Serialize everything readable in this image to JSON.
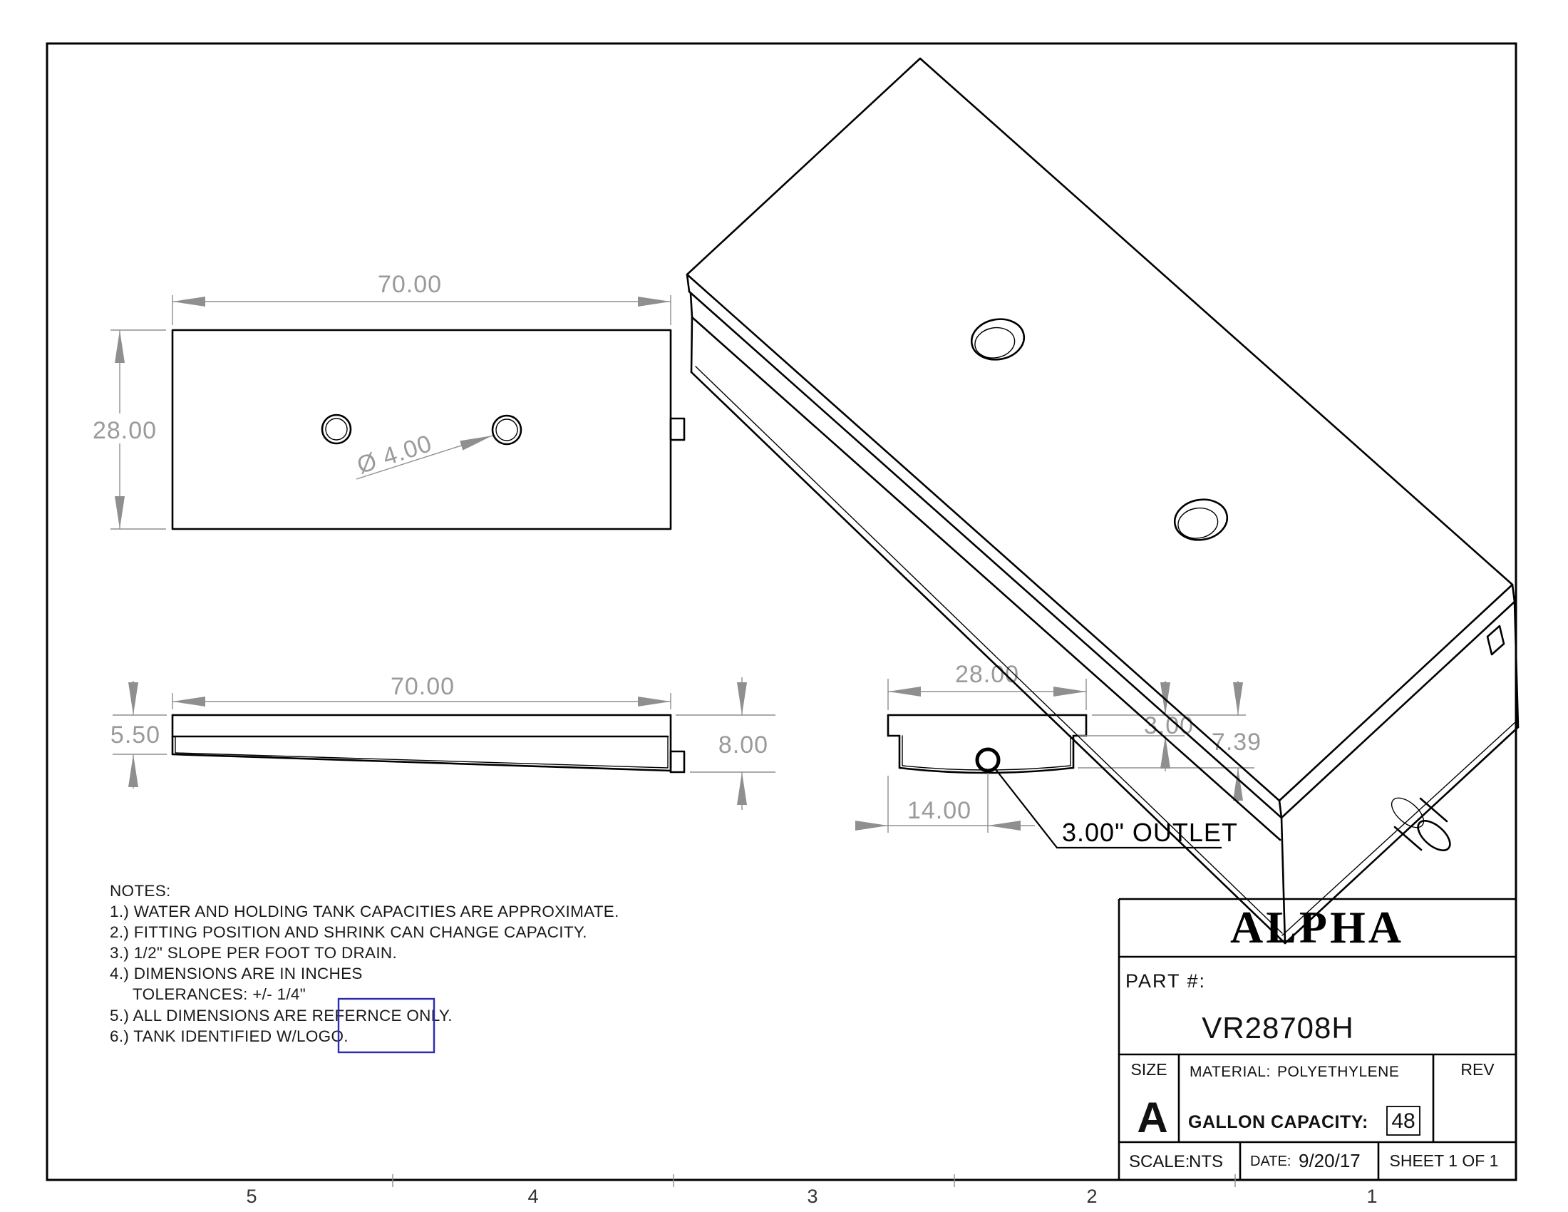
{
  "sheet": {
    "zones": [
      "5",
      "4",
      "3",
      "2",
      "1"
    ]
  },
  "top_view": {
    "length": "70.00",
    "width": "28.00",
    "hole_diameter": "Ø 4.00"
  },
  "side_view": {
    "length": "70.00",
    "height_left": "5.50",
    "height_right": "8.00"
  },
  "end_view": {
    "width": "28.00",
    "flange_depth": "3.00",
    "height": "7.39",
    "outlet_offset": "14.00",
    "outlet_label": "3.00\" OUTLET"
  },
  "notes": {
    "heading": "NOTES:",
    "lines": [
      "1.)  WATER AND HOLDING TANK CAPACITIES ARE APPROXIMATE.",
      "2.)  FITTING POSITION AND SHRINK CAN CHANGE CAPACITY.",
      "3.) 1/2\" SLOPE PER FOOT TO DRAIN.",
      "4.) DIMENSIONS ARE IN INCHES",
      "TOLERANCES: +/- 1/4\"",
      "5.)  ALL DIMENSIONS ARE REFERNCE ONLY.",
      "6.)  TANK IDENTIFIED W/LOGO."
    ]
  },
  "title_block": {
    "company": "ALPHA",
    "part_label": "PART  #:",
    "part_number": "VR28708H",
    "size_label": "SIZE",
    "size_value": "A",
    "material_label": "MATERIAL:",
    "material_value": "POLYETHYLENE",
    "capacity_label": "GALLON CAPACITY:",
    "capacity_value": "48",
    "rev_label": "REV",
    "scale_label": "SCALE:",
    "scale_value": "NTS",
    "date_label": "DATE:",
    "date_value": "9/20/17",
    "sheet_label": "SHEET 1 OF 1"
  },
  "colors": {
    "drawing_line": "#000000",
    "dimension": "#8f8f8f",
    "logo_box": "#2b2bb4"
  }
}
